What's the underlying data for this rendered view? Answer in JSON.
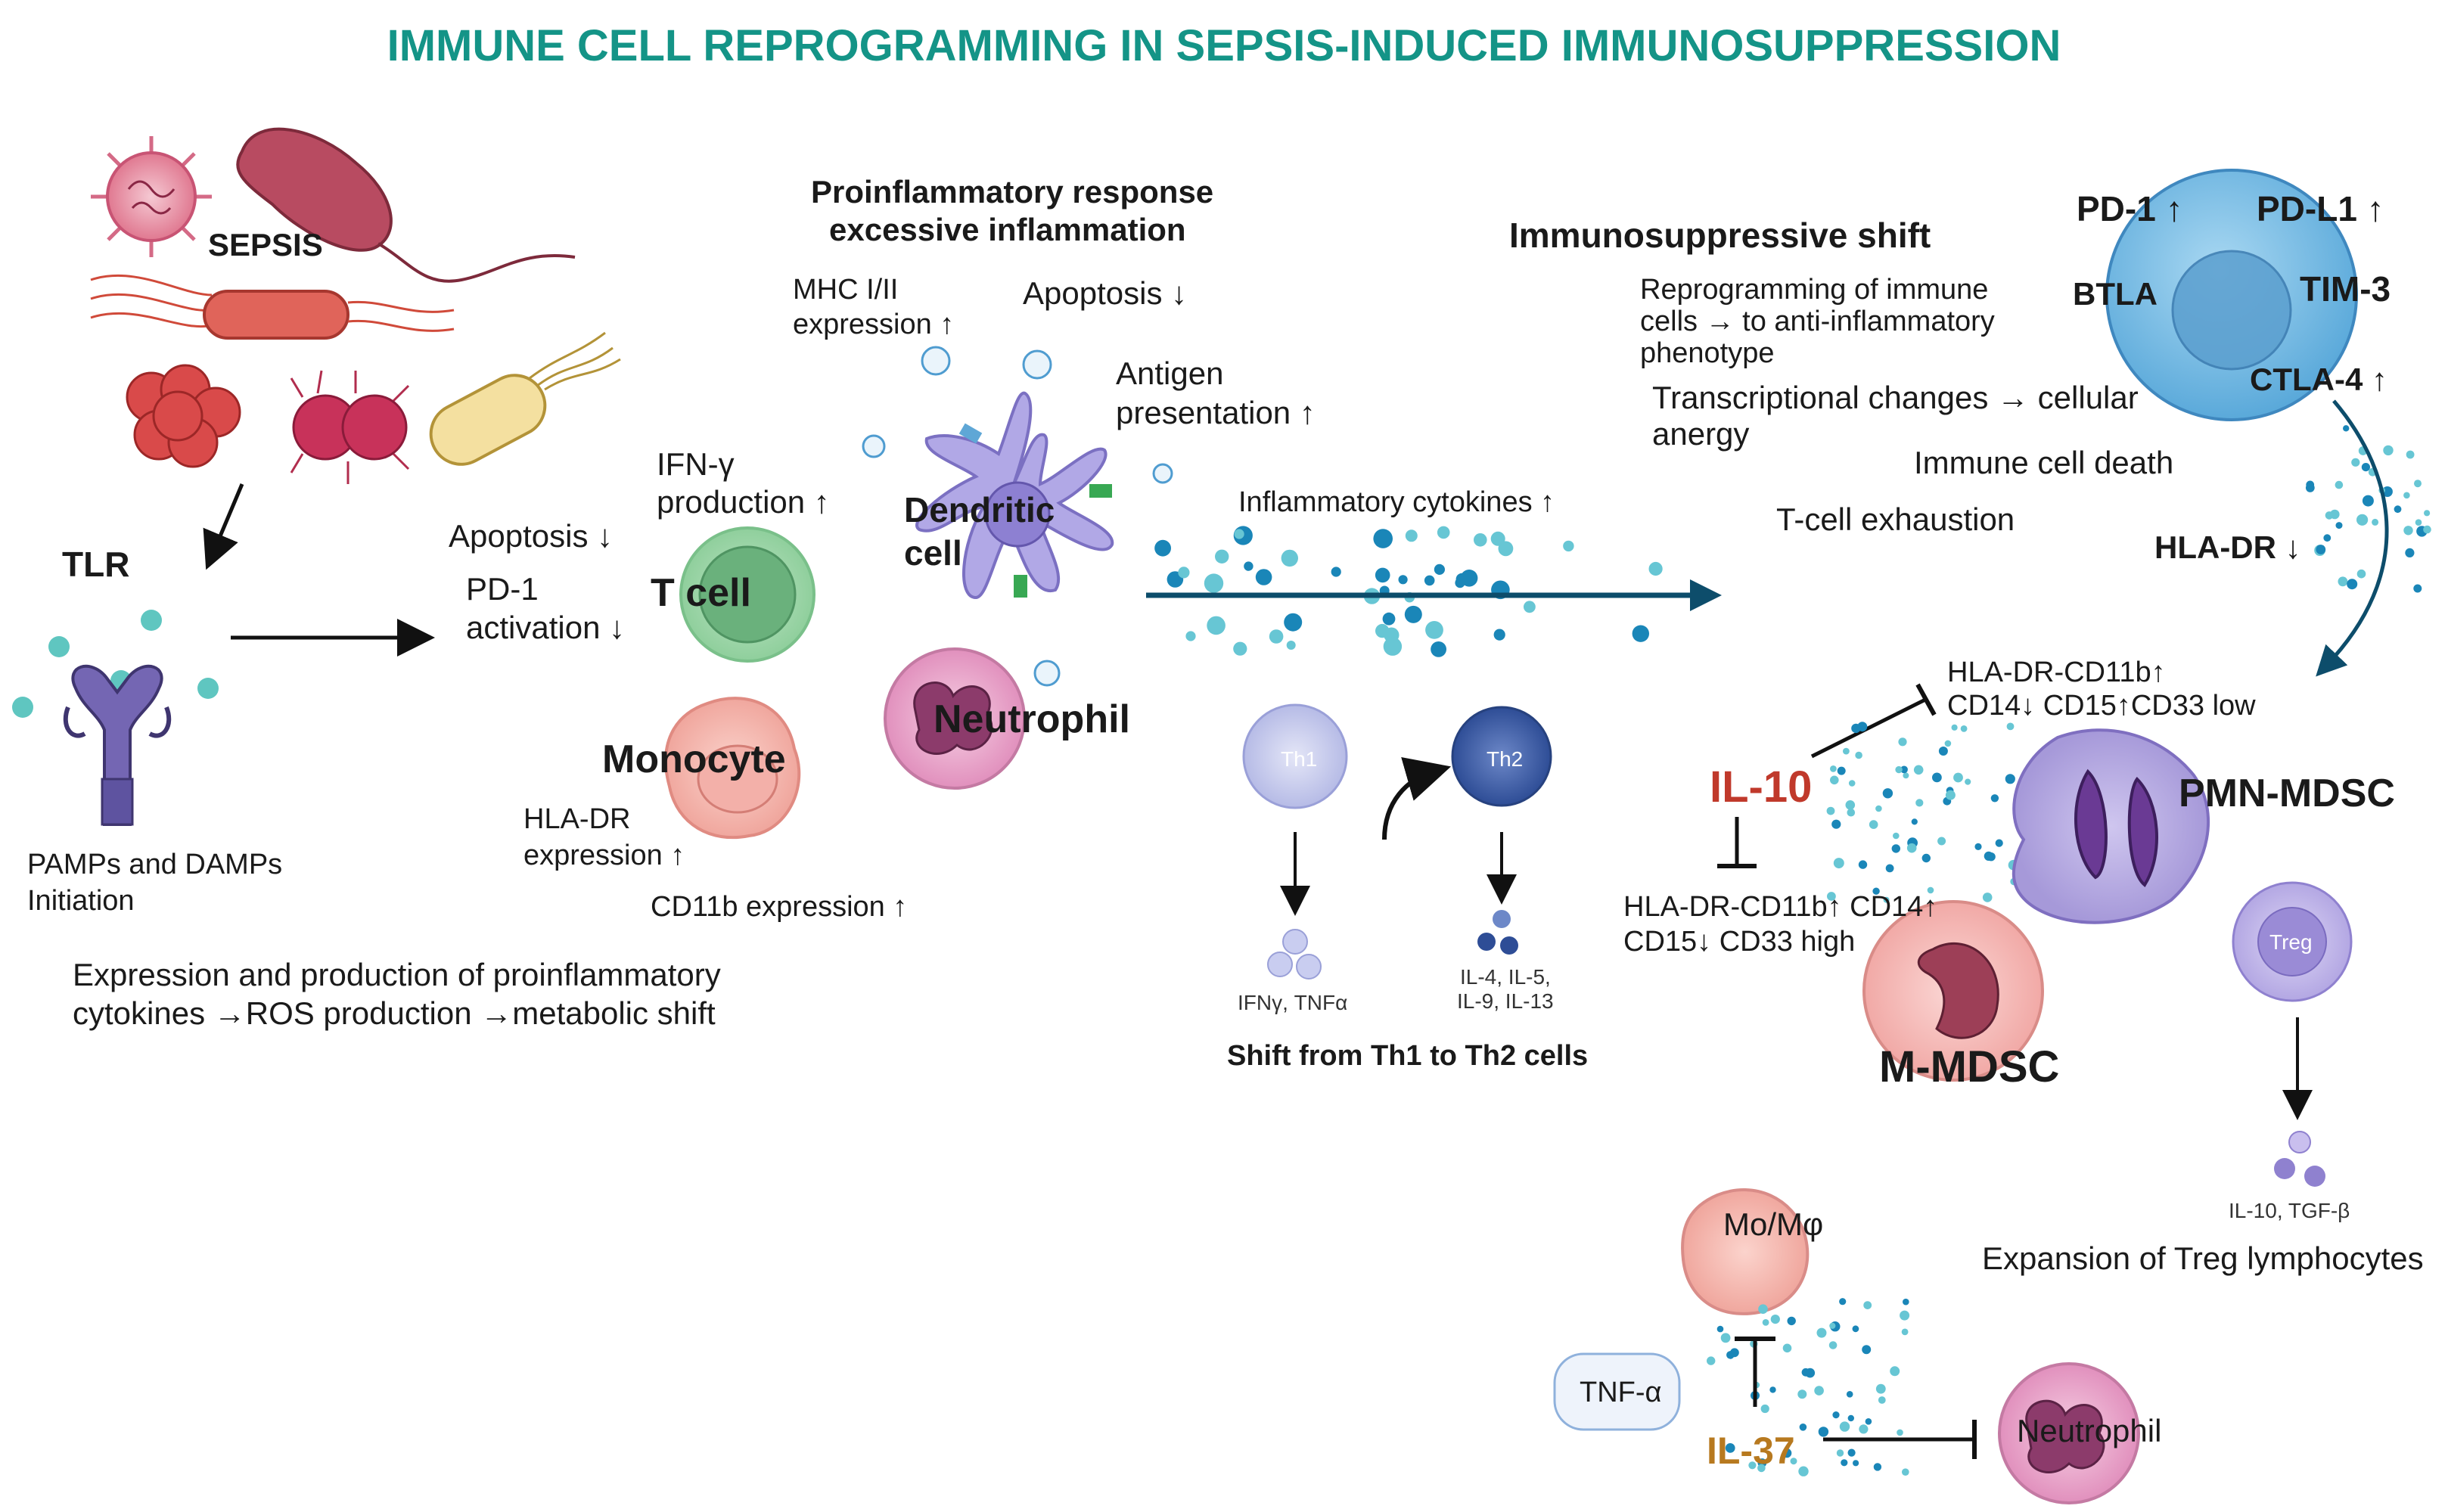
{
  "title": "IMMUNE CELL REPROGRAMMING IN SEPSIS-INDUCED IMMUNOSUPPRESSION",
  "left": {
    "sepsis": "SEPSIS",
    "tlr": "TLR",
    "pamps": "PAMPs and DAMPs",
    "initiation": "Initiation",
    "expr_line1": "Expression and production of proinflammatory",
    "expr_line2": "cytokines →ROS production →metabolic shift"
  },
  "pro": {
    "heading1": "Proinflammatory response",
    "heading2": "excessive inflammation",
    "mhc1": "MHC I/II",
    "mhc2": "expression ↑",
    "apoptosis_dc": "Apoptosis ↓",
    "antigen1": "Antigen",
    "antigen2": "presentation ↑",
    "ifn1": "IFN-γ",
    "ifn2": "production ↑",
    "dendritic1": "Dendritic",
    "dendritic2": "cell",
    "apoptosis_t": "Apoptosis ↓",
    "pd1a": "PD-1",
    "pd1b": "activation ↓",
    "tcell": "T cell",
    "monocyte": "Monocyte",
    "neutrophil": "Neutrophil",
    "hla1": "HLA-DR",
    "hla2": "expression ↑",
    "cd11b": "CD11b expression ↑",
    "inflam_cyt": "Inflammatory cytokines ↑"
  },
  "th": {
    "th1": "Th1",
    "th2": "Th2",
    "th1_out": "IFNγ, TNFα",
    "th2_out1": "IL-4, IL-5,",
    "th2_out2": "IL-9, IL-13",
    "shift": "Shift from Th1 to Th2 cells"
  },
  "immuno": {
    "heading": "Immunosuppressive shift",
    "reprog1": "Reprogramming of immune",
    "reprog2": "cells → to anti-inflammatory",
    "reprog3": "phenotype",
    "trans1": "Transcriptional changes → cellular",
    "trans2": "anergy",
    "death": "Immune cell death",
    "exhaustion": "T-cell exhaustion",
    "pd1": "PD-1 ↑",
    "pdl1": "PD-L1 ↑",
    "btla": "BTLA",
    "tim3": "TIM-3",
    "ctla4": "CTLA-4 ↑",
    "hladr": "HLA-DR ↓"
  },
  "mdsc": {
    "pmn_markers1": "HLA-DR-CD11b↑",
    "pmn_markers2": "CD14↓  CD15↑CD33 low",
    "il10": "IL-10",
    "pmn": "PMN-MDSC",
    "m_markers1": "HLA-DR-CD11b↑  CD14↑",
    "m_markers2": "CD15↓   CD33 high",
    "m": "M-MDSC"
  },
  "treg": {
    "label": "Treg",
    "out": "IL-10, TGF-β",
    "expansion": "Expansion of Treg lymphocytes"
  },
  "il37": {
    "momph": "Mo/Mφ",
    "tnf": "TNF-α",
    "il37": "IL-37",
    "neutrophil": "Neutrophil"
  },
  "colors": {
    "title": "#149487",
    "il10": "#c0392b",
    "il37": "#b7791f",
    "dots_dark": "#1a86b8",
    "dots_light": "#67c6d4",
    "tcell": "#5aa874",
    "dendritic": "#8f86d0",
    "neutrophil": "#d06fa6",
    "monocyte": "#e98a84",
    "th1": "#b9bee8",
    "th2": "#3e5ea8",
    "treg": "#a494d8",
    "checkpoint": "#6fb6e0"
  }
}
